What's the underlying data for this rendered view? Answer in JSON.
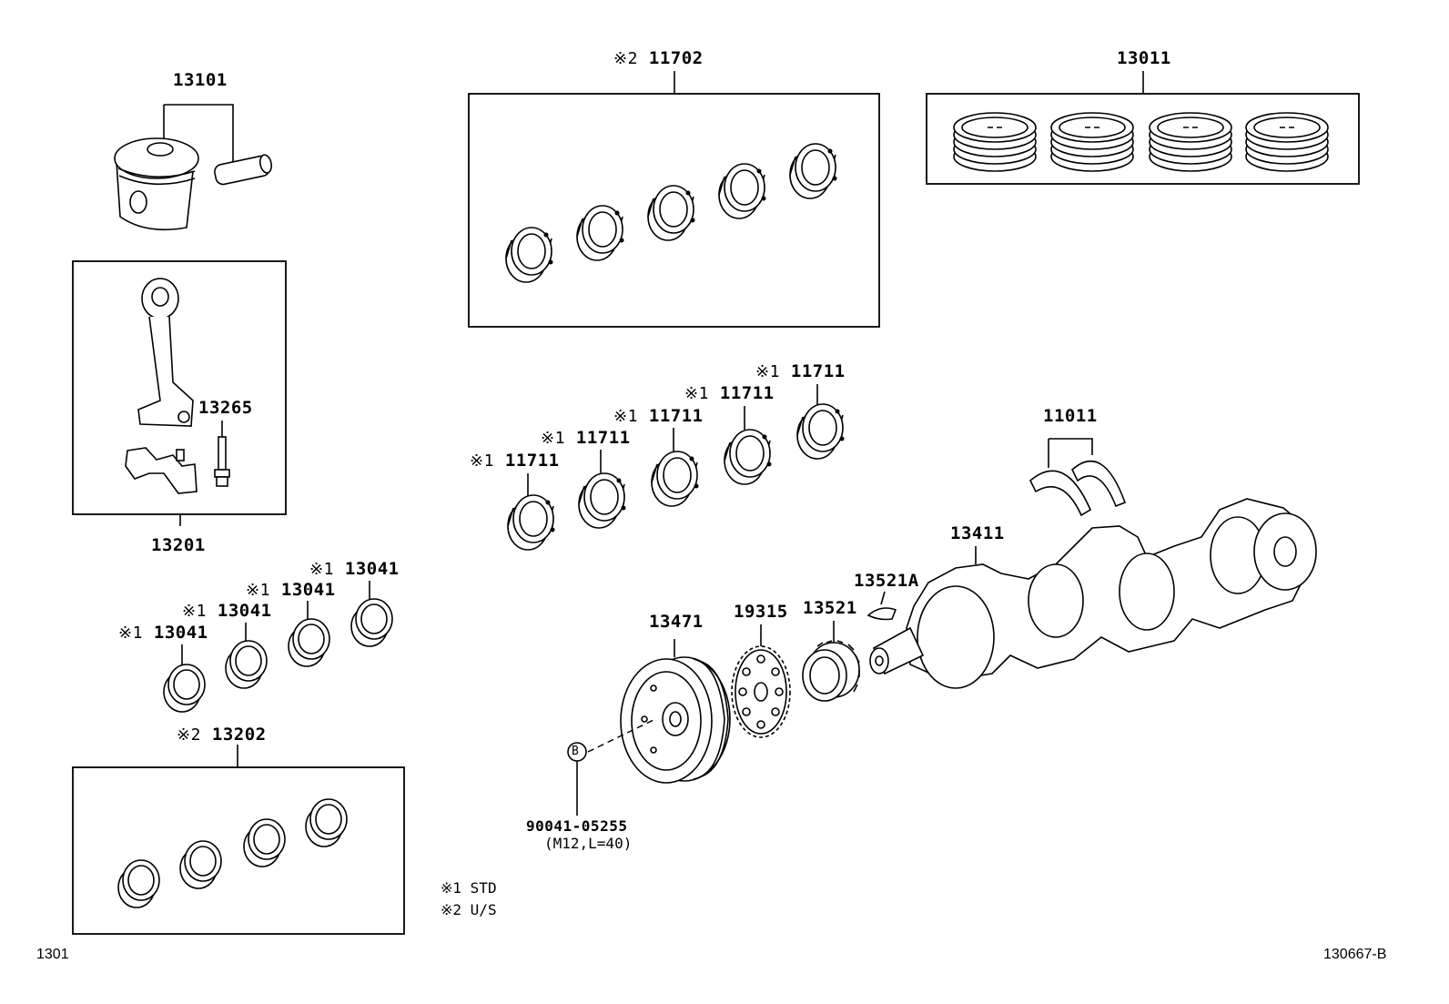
{
  "parts": {
    "p13101": {
      "number": "13101",
      "mark": ""
    },
    "p13201": {
      "number": "13201",
      "mark": ""
    },
    "p13265": {
      "number": "13265",
      "mark": ""
    },
    "p13041a": {
      "number": "13041",
      "mark": "※1"
    },
    "p13041b": {
      "number": "13041",
      "mark": "※1"
    },
    "p13041c": {
      "number": "13041",
      "mark": "※1"
    },
    "p13041d": {
      "number": "13041",
      "mark": "※1"
    },
    "p13202": {
      "number": "13202",
      "mark": "※2"
    },
    "p11702": {
      "number": "11702",
      "mark": "※2"
    },
    "p13011": {
      "number": "13011",
      "mark": ""
    },
    "p11711a": {
      "number": "11711",
      "mark": "※1"
    },
    "p11711b": {
      "number": "11711",
      "mark": "※1"
    },
    "p11711c": {
      "number": "11711",
      "mark": "※1"
    },
    "p11711d": {
      "number": "11711",
      "mark": "※1"
    },
    "p11711e": {
      "number": "11711",
      "mark": "※1"
    },
    "p11011": {
      "number": "11011",
      "mark": ""
    },
    "p13411": {
      "number": "13411",
      "mark": ""
    },
    "p13521A": {
      "number": "13521A",
      "mark": ""
    },
    "p13521": {
      "number": "13521",
      "mark": ""
    },
    "p19315": {
      "number": "19315",
      "mark": ""
    },
    "p13471": {
      "number": "13471",
      "mark": ""
    },
    "p90041": {
      "number": "90041-05255",
      "spec": "(M12,L=40)",
      "callout": "B"
    }
  },
  "legend": {
    "std": "※1 STD",
    "us": "※2 U/S"
  },
  "footer": {
    "left": "1301",
    "right": "130667-B"
  }
}
